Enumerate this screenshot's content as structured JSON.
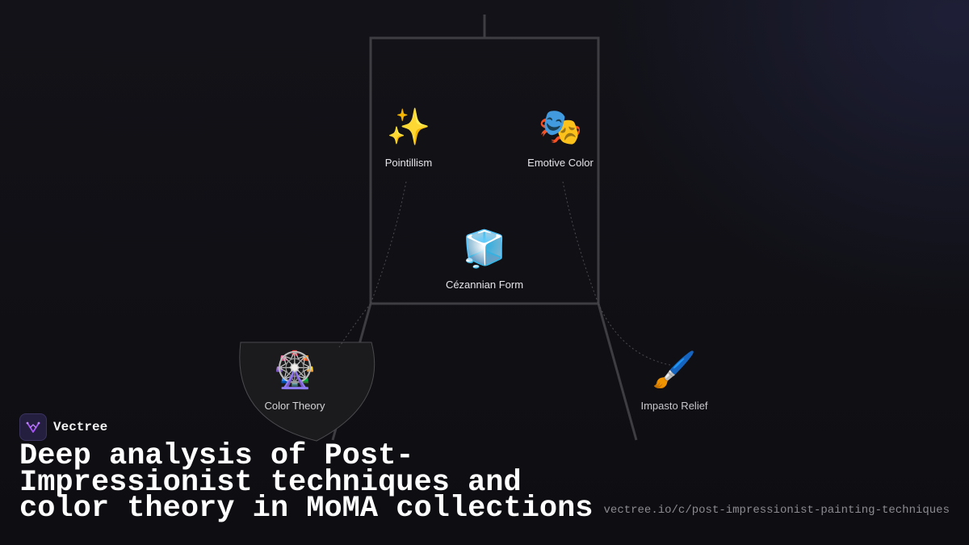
{
  "nodes": {
    "pointillism": {
      "label": "Pointillism",
      "icon": "sparkles-icon",
      "glyph": "✨"
    },
    "emotive_color": {
      "label": "Emotive Color",
      "icon": "theater-masks-icon",
      "glyph": "🎭"
    },
    "cezannian_form": {
      "label": "Cézannian Form",
      "icon": "ice-cube-icon",
      "glyph": "🧊"
    },
    "color_theory": {
      "label": "Color Theory",
      "icon": "ferris-wheel-icon",
      "glyph": "🎡"
    },
    "impasto_relief": {
      "label": "Impasto Relief",
      "icon": "paintbrush-icon",
      "glyph": "🖌️"
    }
  },
  "brand": {
    "name": "Vectree",
    "logo_color": "#a855f7"
  },
  "headline": "Deep analysis of Post-Impressionist techniques and color theory in MoMA collections",
  "url": "vectree.io/c/post-impressionist-painting-techniques",
  "colors": {
    "background": "#0f0f13",
    "frame_stroke": "#3d3d42",
    "accent_glow": "#282a50"
  }
}
